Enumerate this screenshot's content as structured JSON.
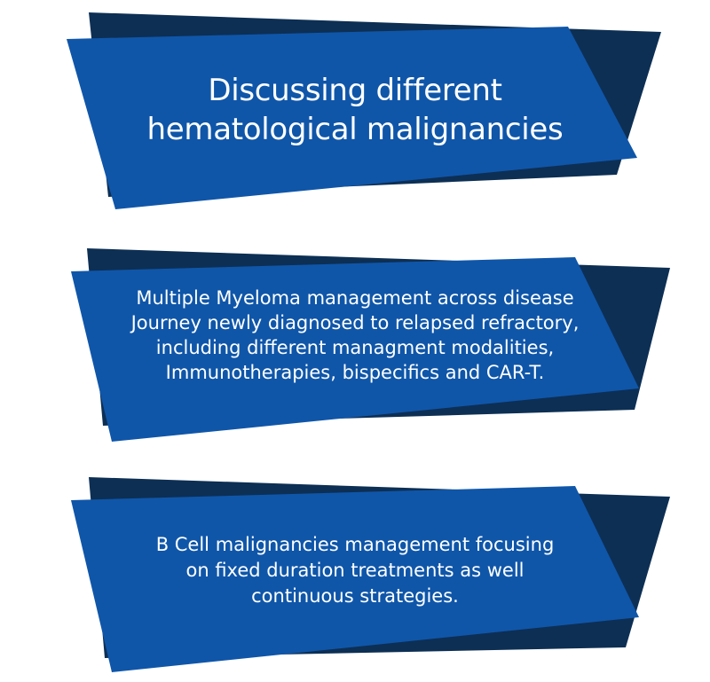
{
  "colors": {
    "front": "#0f56a9",
    "back": "#0d2f54",
    "text": "#ffffff"
  },
  "banners": [
    {
      "lines": [
        "Discussing different",
        "hematological malignancies"
      ]
    },
    {
      "lines": [
        "Multiple Myeloma management across disease",
        "Journey newly diagnosed to relapsed refractory,",
        "including different managment modalities,",
        "Immunotherapies, bispecifics and CAR-T."
      ]
    },
    {
      "lines": [
        "B Cell malignancies management focusing",
        "on fixed duration treatments as well",
        "continuous strategies."
      ]
    }
  ]
}
